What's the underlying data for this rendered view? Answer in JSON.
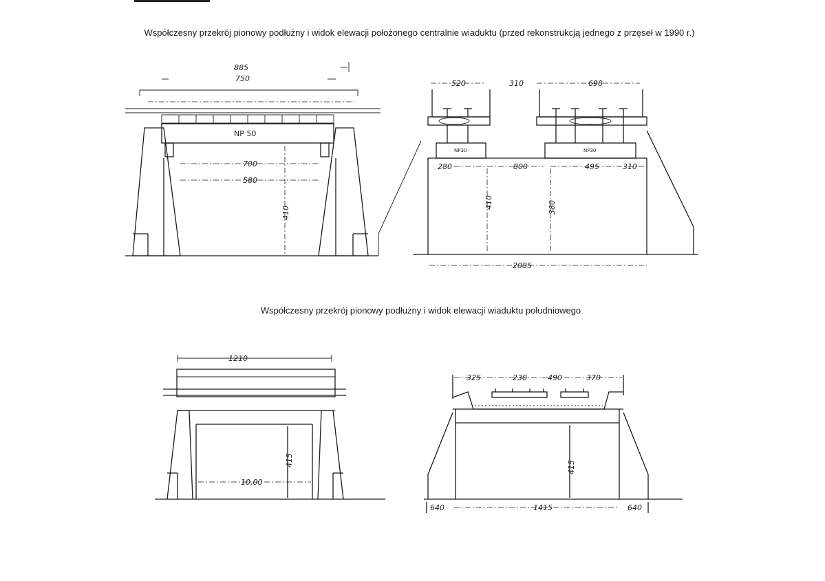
{
  "captions": {
    "top": "Współczesny przekrój pionowy podłużny i widok elewacji położonego centralnie wiaduktu (przed rekonstrukcją jednego z przęseł w 1990 r.)",
    "middle": "Współczesny przekrój pionowy podłużny i widok elewacji wiaduktu południowego"
  },
  "diagram_top_left": {
    "dim_885": "885",
    "dim_750": "750",
    "girder_label": "NP 50",
    "dim_700": "700",
    "dim_580": "580",
    "dim_410": "410"
  },
  "diagram_top_right": {
    "dim_520": "520",
    "dim_310_top": "310",
    "dim_690": "690",
    "girder_left": "NP30",
    "girder_right": "NP30",
    "dim_280": "280",
    "dim_800": "800",
    "dim_495": "495",
    "dim_310_bottom": "310",
    "dim_410": "410",
    "dim_380": "380",
    "dim_2085": "2085"
  },
  "diagram_bottom_left": {
    "dim_1210": "1210",
    "dim_415": "415",
    "dim_1000": "10,00"
  },
  "diagram_bottom_right": {
    "dim_325": "325",
    "dim_230": "230",
    "dim_490": "490",
    "dim_370": "370",
    "dim_415": "415",
    "dim_640_left": "640",
    "dim_1415": "1415",
    "dim_640_right": "640"
  }
}
